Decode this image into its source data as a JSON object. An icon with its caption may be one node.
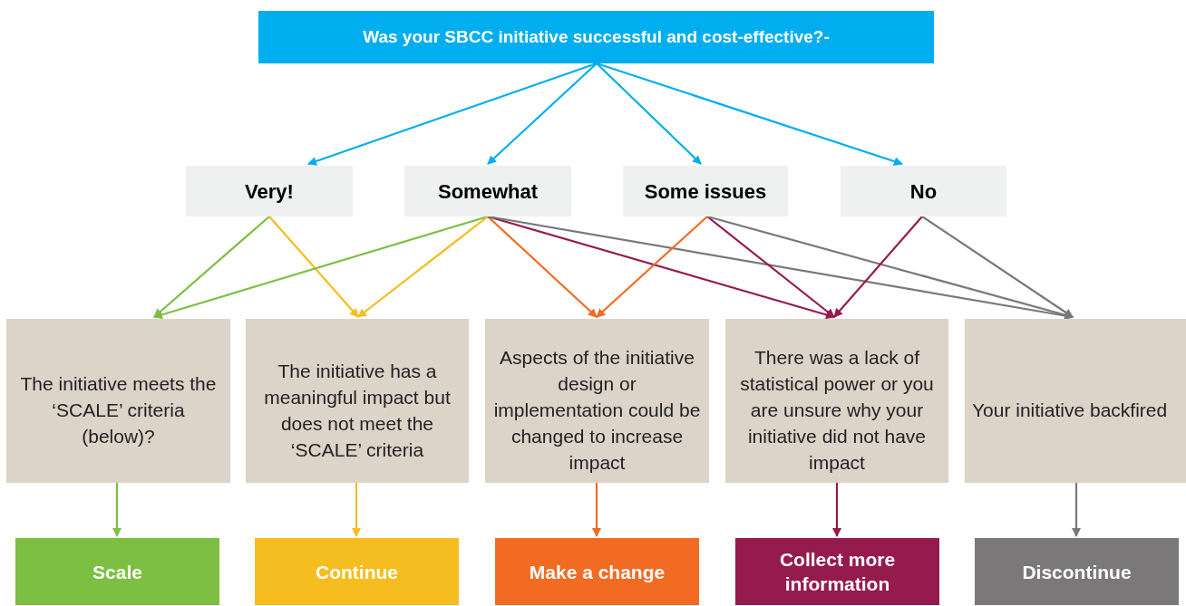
{
  "diagram": {
    "nodes": [
      {
        "text": [
          "Was your SBCC initiative successful and cost-effective?-"
        ]
      },
      {
        "text": [
          "Very!"
        ]
      },
      {
        "text": [
          "Somewhat"
        ]
      },
      {
        "text": [
          "Some issues"
        ]
      },
      {
        "text": [
          "No"
        ]
      },
      {
        "text": [
          "The initiative meets the ‘SCALE’ criteria (below)?"
        ]
      },
      {
        "text": [
          "The initiative has a meaningful impact but does not meet the ‘SCALE’ criteria"
        ]
      },
      {
        "text": [
          "Aspects of the initiative design or implementation could be changed to increase impact"
        ]
      },
      {
        "text": [
          "There was a lack of statistical power or you are unsure why your initiative did not have impact"
        ]
      },
      {
        "text": [
          "Your initiative backfired"
        ]
      },
      {
        "text": [
          "Scale"
        ]
      },
      {
        "text": [
          "Continue"
        ]
      },
      {
        "text": [
          "Make a change"
        ]
      },
      {
        "text": [
          "Collect more information"
        ]
      },
      {
        "text": [
          "Discontinue"
        ]
      }
    ],
    "edges": [
      {
        "from": 0,
        "to": 1,
        "arrow": "to",
        "color": "#00aeef"
      },
      {
        "from": 0,
        "to": 2,
        "arrow": "to",
        "color": "#00aeef"
      },
      {
        "from": 0,
        "to": 3,
        "arrow": "to",
        "color": "#00aeef"
      },
      {
        "from": 0,
        "to": 4,
        "arrow": "to",
        "color": "#00aeef"
      },
      {
        "from": 1,
        "to": 5,
        "arrow": "to",
        "color": "#7dbf42"
      },
      {
        "from": 1,
        "to": 6,
        "arrow": "to",
        "color": "#f5bd1f"
      },
      {
        "from": 2,
        "to": 5,
        "arrow": "to",
        "color": "#7dbf42"
      },
      {
        "from": 2,
        "to": 6,
        "arrow": "to",
        "color": "#f5bd1f"
      },
      {
        "from": 2,
        "to": 7,
        "arrow": "to",
        "color": "#f26b22"
      },
      {
        "from": 2,
        "to": 8,
        "arrow": "to",
        "color": "#951b4f"
      },
      {
        "from": 2,
        "to": 9,
        "arrow": "to",
        "color": "#7a7878"
      },
      {
        "from": 3,
        "to": 7,
        "arrow": "to",
        "color": "#f26b22"
      },
      {
        "from": 3,
        "to": 8,
        "arrow": "to",
        "color": "#951b4f"
      },
      {
        "from": 3,
        "to": 9,
        "arrow": "to",
        "color": "#7a7878"
      },
      {
        "from": 4,
        "to": 8,
        "arrow": "to",
        "color": "#951b4f"
      },
      {
        "from": 4,
        "to": 9,
        "arrow": "to",
        "color": "#7a7878"
      },
      {
        "from": 5,
        "to": 10,
        "arrow": "to",
        "color": "#7dbf42"
      },
      {
        "from": 6,
        "to": 11,
        "arrow": "to",
        "color": "#f5bd1f"
      },
      {
        "from": 7,
        "to": 12,
        "arrow": "to",
        "color": "#f26b22"
      },
      {
        "from": 8,
        "to": 13,
        "arrow": "to",
        "color": "#951b4f"
      },
      {
        "from": 9,
        "to": 14,
        "arrow": "to",
        "color": "#7a7878"
      }
    ]
  }
}
